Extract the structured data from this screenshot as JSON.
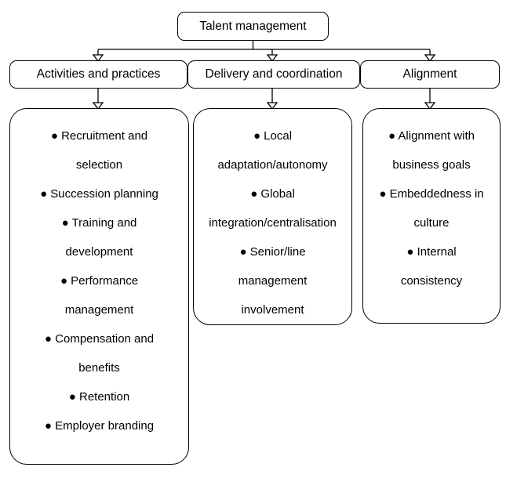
{
  "diagram": {
    "title_node": {
      "label": "Talent management"
    },
    "categories": [
      {
        "label": "Activities and practices"
      },
      {
        "label": "Delivery and coordination"
      },
      {
        "label": "Alignment"
      }
    ],
    "lists": [
      {
        "name": "activities-and-practices-items",
        "items": [
          "Recruitment and selection",
          "Succession planning",
          "Training and development",
          "Performance management",
          "Compensation and benefits",
          "Retention",
          "Employer branding"
        ],
        "lines": [
          "● Recruitment and",
          "selection",
          "● Succession planning",
          "● Training and",
          "development",
          "● Performance",
          "management",
          "● Compensation and",
          "benefits",
          "● Retention",
          "● Employer branding"
        ]
      },
      {
        "name": "delivery-and-coordination-items",
        "items": [
          "Local adaptation/autonomy",
          "Global integration/centralisation",
          "Senior/line management involvement"
        ],
        "lines": [
          "● Local",
          "adaptation/autonomy",
          "● Global",
          "integration/centralisation",
          "● Senior/line",
          "management",
          "involvement"
        ]
      },
      {
        "name": "alignment-items",
        "items": [
          "Alignment with business goals",
          "Embeddedness in culture",
          "Internal consistency"
        ],
        "lines": [
          "● Alignment with",
          "business goals",
          "● Embeddedness in",
          "culture",
          "● Internal",
          "consistency"
        ]
      }
    ],
    "colors": {
      "stroke": "#000000",
      "fill": "#ffffff",
      "text": "#000000"
    }
  }
}
